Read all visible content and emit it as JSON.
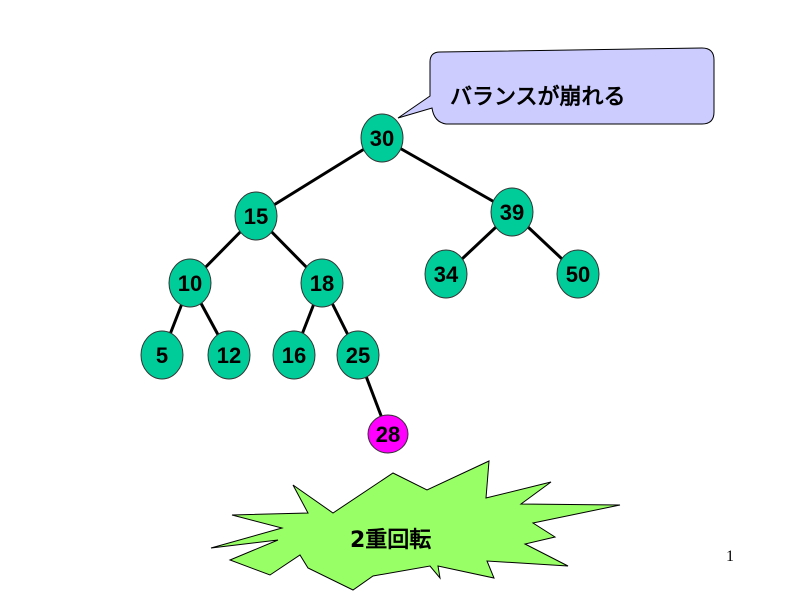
{
  "slide": {
    "page_number": "1",
    "callout": {
      "text": "バランスが崩れる",
      "fill": "#ccccff"
    },
    "burst": {
      "text": "2重回転",
      "fill": "#99ff66"
    },
    "colors": {
      "node": "#00cc99",
      "inserted_node": "#ff00ff"
    }
  },
  "tree": {
    "nodes": [
      {
        "id": "n30",
        "label": "30",
        "parent": null
      },
      {
        "id": "n15",
        "label": "15",
        "parent": "n30"
      },
      {
        "id": "n39",
        "label": "39",
        "parent": "n30"
      },
      {
        "id": "n10",
        "label": "10",
        "parent": "n15"
      },
      {
        "id": "n18",
        "label": "18",
        "parent": "n15"
      },
      {
        "id": "n34",
        "label": "34",
        "parent": "n39"
      },
      {
        "id": "n50",
        "label": "50",
        "parent": "n39"
      },
      {
        "id": "n5",
        "label": "5",
        "parent": "n10"
      },
      {
        "id": "n12",
        "label": "12",
        "parent": "n10"
      },
      {
        "id": "n16",
        "label": "16",
        "parent": "n18"
      },
      {
        "id": "n25",
        "label": "25",
        "parent": "n18"
      },
      {
        "id": "n28",
        "label": "28",
        "parent": "n25",
        "inserted": true
      }
    ]
  }
}
